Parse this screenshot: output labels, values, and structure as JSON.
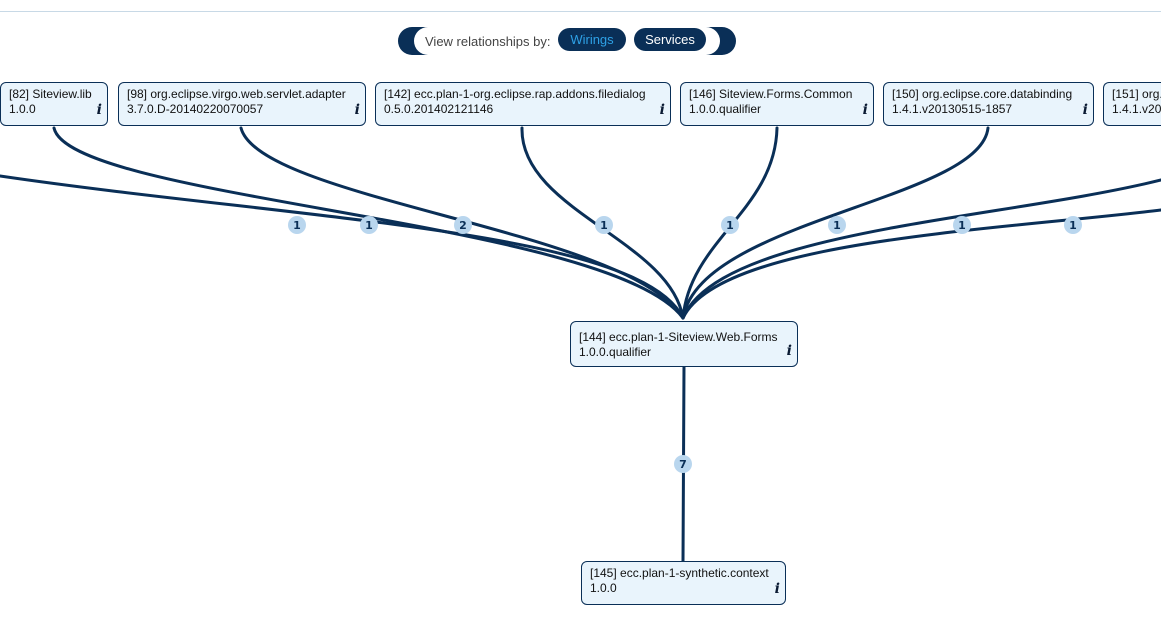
{
  "switcher": {
    "label": "View relationships by:",
    "options": [
      {
        "label": "Wirings",
        "active": true
      },
      {
        "label": "Services",
        "active": false
      }
    ]
  },
  "colors": {
    "navy": "#0a2f57",
    "box_fill": "#e9f4fc",
    "badge": "#b9d6ee",
    "active_text": "#2ea1e6"
  },
  "info_icon": "info-icon",
  "top_bundles": [
    {
      "name": "[82] Siteview.lib",
      "version": "1.0.0"
    },
    {
      "name": "[98] org.eclipse.virgo.web.servlet.adapter",
      "version": "3.7.0.D-20140220070057"
    },
    {
      "name": "[142] ecc.plan-1-org.eclipse.rap.addons.filedialog",
      "version": "0.5.0.201402121146"
    },
    {
      "name": "[146] Siteview.Forms.Common",
      "version": "1.0.0.qualifier"
    },
    {
      "name": "[150] org.eclipse.core.databinding",
      "version": "1.4.1.v20130515-1857"
    },
    {
      "name": "[151] org.",
      "version": "1.4.1.v20"
    }
  ],
  "center_bundle": {
    "name": "[144] ecc.plan-1-Siteview.Web.Forms",
    "version": "1.0.0.qualifier"
  },
  "bottom_bundle": {
    "name": "[145] ecc.plan-1-synthetic.context",
    "version": "1.0.0"
  },
  "wiring_counts": [
    "1",
    "1",
    "2",
    "1",
    "1",
    "1",
    "1",
    "1",
    "7"
  ]
}
